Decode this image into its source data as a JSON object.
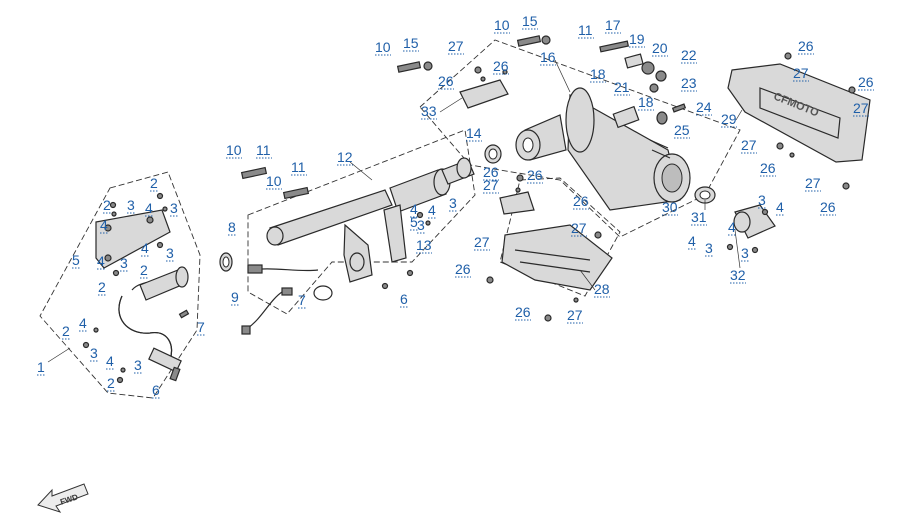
{
  "labels": [
    {
      "id": "c1",
      "text": "1"
    },
    {
      "id": "c2a",
      "text": "2"
    },
    {
      "id": "c2b",
      "text": "2"
    },
    {
      "id": "c2c",
      "text": "2"
    },
    {
      "id": "c2d",
      "text": "2"
    },
    {
      "id": "c2e",
      "text": "2"
    },
    {
      "id": "c2f",
      "text": "2"
    },
    {
      "id": "c3a",
      "text": "3"
    },
    {
      "id": "c3b",
      "text": "3"
    },
    {
      "id": "c3c",
      "text": "3"
    },
    {
      "id": "c3d",
      "text": "3"
    },
    {
      "id": "c3e",
      "text": "3"
    },
    {
      "id": "c3f",
      "text": "3"
    },
    {
      "id": "c3g",
      "text": "3"
    },
    {
      "id": "c3h",
      "text": "3"
    },
    {
      "id": "c3i",
      "text": "3"
    },
    {
      "id": "c3j",
      "text": "3"
    },
    {
      "id": "c3k",
      "text": "3"
    },
    {
      "id": "c4a",
      "text": "4"
    },
    {
      "id": "c4b",
      "text": "4"
    },
    {
      "id": "c4c",
      "text": "4"
    },
    {
      "id": "c4d",
      "text": "4"
    },
    {
      "id": "c4e",
      "text": "4"
    },
    {
      "id": "c4f",
      "text": "4"
    },
    {
      "id": "c4g",
      "text": "4"
    },
    {
      "id": "c4h",
      "text": "4"
    },
    {
      "id": "c4i",
      "text": "4"
    },
    {
      "id": "c4j",
      "text": "4"
    },
    {
      "id": "c4k",
      "text": "4"
    },
    {
      "id": "c5a",
      "text": "5"
    },
    {
      "id": "c5b",
      "text": "5"
    },
    {
      "id": "c6a",
      "text": "6"
    },
    {
      "id": "c6b",
      "text": "6"
    },
    {
      "id": "c7a",
      "text": "7"
    },
    {
      "id": "c7b",
      "text": "7"
    },
    {
      "id": "c8",
      "text": "8"
    },
    {
      "id": "c9",
      "text": "9"
    },
    {
      "id": "c10a",
      "text": "10"
    },
    {
      "id": "c10b",
      "text": "10"
    },
    {
      "id": "c10c",
      "text": "10"
    },
    {
      "id": "c10d",
      "text": "10"
    },
    {
      "id": "c11a",
      "text": "11"
    },
    {
      "id": "c11b",
      "text": "11"
    },
    {
      "id": "c11c",
      "text": "11"
    },
    {
      "id": "c12",
      "text": "12"
    },
    {
      "id": "c13",
      "text": "13"
    },
    {
      "id": "c14",
      "text": "14"
    },
    {
      "id": "c15a",
      "text": "15"
    },
    {
      "id": "c15b",
      "text": "15"
    },
    {
      "id": "c16",
      "text": "16"
    },
    {
      "id": "c17",
      "text": "17"
    },
    {
      "id": "c18a",
      "text": "18"
    },
    {
      "id": "c18b",
      "text": "18"
    },
    {
      "id": "c19",
      "text": "19"
    },
    {
      "id": "c20",
      "text": "20"
    },
    {
      "id": "c21",
      "text": "21"
    },
    {
      "id": "c22",
      "text": "22"
    },
    {
      "id": "c23",
      "text": "23"
    },
    {
      "id": "c24",
      "text": "24"
    },
    {
      "id": "c25",
      "text": "25"
    },
    {
      "id": "c26a",
      "text": "26"
    },
    {
      "id": "c26b",
      "text": "26"
    },
    {
      "id": "c26c",
      "text": "26"
    },
    {
      "id": "c26d",
      "text": "26"
    },
    {
      "id": "c26e",
      "text": "26"
    },
    {
      "id": "c26f",
      "text": "26"
    },
    {
      "id": "c26g",
      "text": "26"
    },
    {
      "id": "c26h",
      "text": "26"
    },
    {
      "id": "c26i",
      "text": "26"
    },
    {
      "id": "c26j",
      "text": "26"
    },
    {
      "id": "c26k",
      "text": "26"
    },
    {
      "id": "c27a",
      "text": "27"
    },
    {
      "id": "c27b",
      "text": "27"
    },
    {
      "id": "c27c",
      "text": "27"
    },
    {
      "id": "c27d",
      "text": "27"
    },
    {
      "id": "c27e",
      "text": "27"
    },
    {
      "id": "c27f",
      "text": "27"
    },
    {
      "id": "c27g",
      "text": "27"
    },
    {
      "id": "c27h",
      "text": "27"
    },
    {
      "id": "c27i",
      "text": "27"
    },
    {
      "id": "c28",
      "text": "28"
    },
    {
      "id": "c29",
      "text": "29"
    },
    {
      "id": "c30",
      "text": "30"
    },
    {
      "id": "c31",
      "text": "31"
    },
    {
      "id": "c32",
      "text": "32"
    },
    {
      "id": "c33",
      "text": "33"
    }
  ],
  "fwd_arrow": {
    "text": "FWD"
  },
  "colors": {
    "callout": "#1f5fa8",
    "line": "#2a2a2a"
  }
}
